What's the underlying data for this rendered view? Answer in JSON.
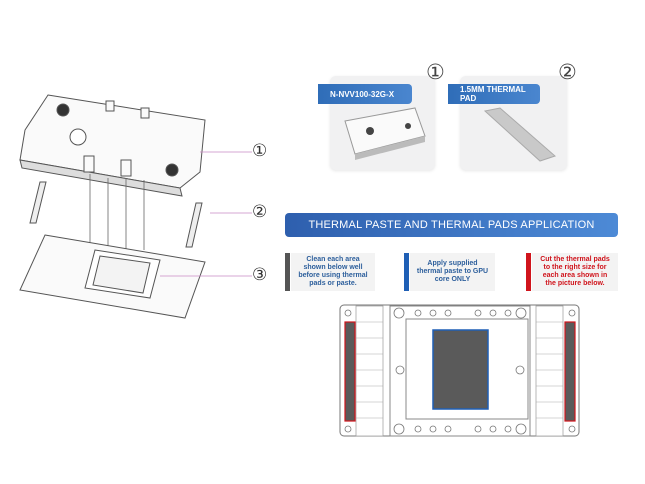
{
  "callouts": [
    "①",
    "②",
    "③"
  ],
  "products": [
    {
      "number": "①",
      "label": "N-NVV100-32G-X"
    },
    {
      "number": "②",
      "label": "1.5MM THERMAL PAD"
    }
  ],
  "banner": "THERMAL PASTE AND THERMAL PADS APPLICATION",
  "notes": [
    {
      "text": "Clean each area shown below well before using thermal pads or paste.",
      "color": "#555555",
      "text_color": "#2d5f9c"
    },
    {
      "text": "Apply supplied thermal paste to GPU core ONLY",
      "color": "#1f5fb5",
      "text_color": "#2d5f9c"
    },
    {
      "text": "Cut the thermal pads to the right size for each area shown in the picture below.",
      "color": "#d0141c",
      "text_color": "#d0141c"
    }
  ]
}
